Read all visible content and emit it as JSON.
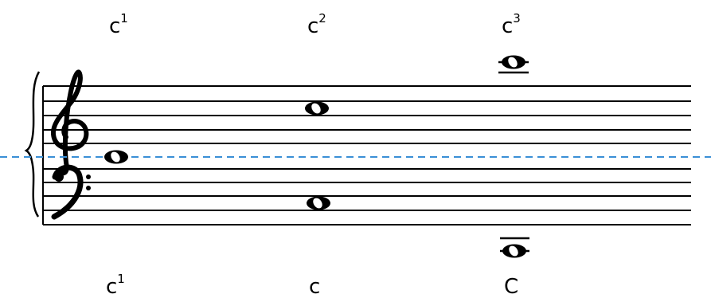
{
  "labels": {
    "treble": [
      {
        "letter": "c",
        "octave": "1"
      },
      {
        "letter": "c",
        "octave": "2"
      },
      {
        "letter": "c",
        "octave": "3"
      }
    ],
    "bass": [
      {
        "letter": "c",
        "octave": "1"
      },
      {
        "letter": "c",
        "octave": ""
      },
      {
        "letter": "C",
        "octave": ""
      }
    ]
  },
  "icons": {
    "treble_clef": "treble-clef-icon",
    "bass_clef": "bass-clef-icon",
    "brace": "grand-staff-brace-icon"
  },
  "colors": {
    "middle_c_line": "#3a8fd6",
    "ink": "#000000"
  }
}
